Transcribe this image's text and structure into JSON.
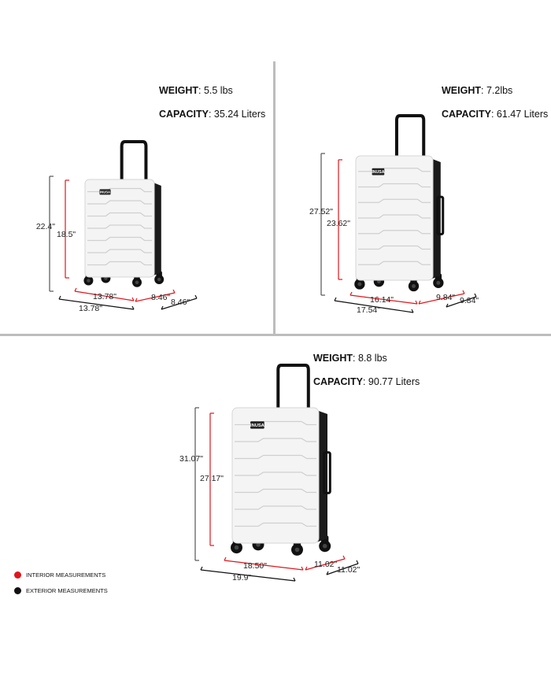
{
  "colors": {
    "interior": "#e0161b",
    "exterior": "#111111",
    "divider": "#bdbdbd",
    "shell": "#f4f4f4"
  },
  "brand": "INUSA",
  "panels": [
    {
      "weight_label": "WEIGHT",
      "weight": ": 5.5 lbs",
      "capacity_label": "CAPACITY",
      "capacity": ": 35.24 Liters",
      "ext_height": "22.4\"",
      "int_height": "18.5\"",
      "int_width": "13.78\"",
      "ext_width": "13.78\"",
      "int_depth": "8.46\"",
      "ext_depth": "8.46\""
    },
    {
      "weight_label": "WEIGHT",
      "weight": ": 7.2lbs",
      "capacity_label": "CAPACITY",
      "capacity": ": 61.47 Liters",
      "ext_height": "27.52\"",
      "int_height": "23.62\"",
      "int_width": "16.14\"",
      "ext_width": "17.54\"",
      "int_depth": "9.84\"",
      "ext_depth": "9.84\""
    },
    {
      "weight_label": "WEIGHT",
      "weight": ": 8.8 lbs",
      "capacity_label": "CAPACITY",
      "capacity": ": 90.77 Liters",
      "ext_height": "31.07\"",
      "int_height": "27.17\"",
      "int_width": "18.50\"",
      "ext_width": "19.9\"",
      "int_depth": "11.02\"",
      "ext_depth": "11.02\""
    }
  ],
  "legend": {
    "interior": "INTERIOR MEASUREMENTS",
    "exterior": "EXTERIOR MEASUREMENTS"
  }
}
